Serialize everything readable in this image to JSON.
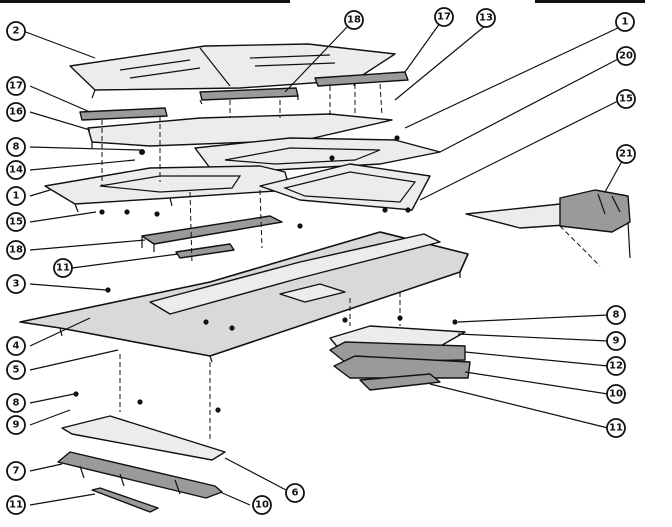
{
  "callouts": [
    {
      "label": "2"
    },
    {
      "label": "18"
    },
    {
      "label": "17"
    },
    {
      "label": "13"
    },
    {
      "label": "1"
    },
    {
      "label": "20"
    },
    {
      "label": "17"
    },
    {
      "label": "16"
    },
    {
      "label": "8"
    },
    {
      "label": "15"
    },
    {
      "label": "14"
    },
    {
      "label": "1"
    },
    {
      "label": "21"
    },
    {
      "label": "15"
    },
    {
      "label": "18"
    },
    {
      "label": "11"
    },
    {
      "label": "3"
    },
    {
      "label": "8"
    },
    {
      "label": "9"
    },
    {
      "label": "4"
    },
    {
      "label": "12"
    },
    {
      "label": "5"
    },
    {
      "label": "10"
    },
    {
      "label": "8"
    },
    {
      "label": "11"
    },
    {
      "label": "9"
    },
    {
      "label": "7"
    },
    {
      "label": "6"
    },
    {
      "label": "11"
    },
    {
      "label": "10"
    }
  ]
}
